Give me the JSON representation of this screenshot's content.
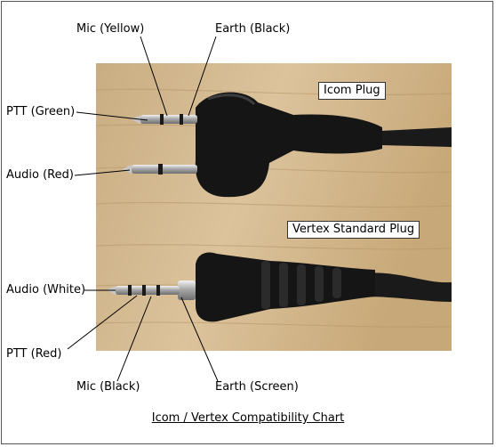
{
  "labels": {
    "mic_yellow": "Mic (Yellow)",
    "earth_black": "Earth (Black)",
    "ptt_green": "PTT (Green)",
    "audio_red": "Audio (Red)",
    "audio_white": "Audio (White)",
    "ptt_red": "PTT (Red)",
    "mic_black": "Mic (Black)",
    "earth_screen": "Earth (Screen)"
  },
  "boxes": {
    "icom_plug": "Icom Plug",
    "vertex_plug": "Vertex Standard Plug"
  },
  "caption": "Icom / Vertex Compatibility Chart"
}
